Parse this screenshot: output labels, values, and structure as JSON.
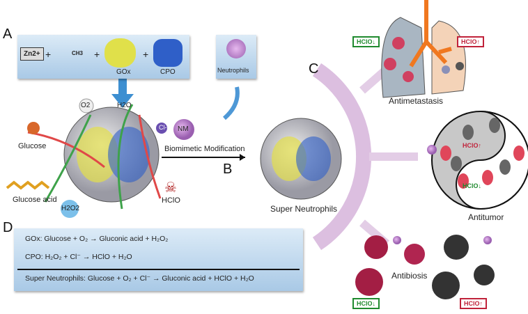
{
  "panels": {
    "a": "A",
    "b": "B",
    "c": "C",
    "d": "D"
  },
  "synthesis": {
    "zinc": "Zn2+",
    "plus": "+",
    "ligand": "CH3",
    "gox": "GOx",
    "cpo": "CPO",
    "neutrophils": "Neutrophils"
  },
  "species": {
    "glucose": "Glucose",
    "glucose_acid": "Glucose acid",
    "o2": "O2",
    "h2o": "H2O",
    "cl": "Cl-",
    "hclo": "HClO",
    "h2o2": "H2O2"
  },
  "modification": {
    "nm": "NM",
    "label": "Biomimetic Modification"
  },
  "product": "Super Neutrophils",
  "outcomes": {
    "antimetastasis": "Antimetastasis",
    "antitumor": "Antitumor",
    "antibiosis": "Antibiosis",
    "hclo_low": "HClO↓",
    "hclo_high": "HClO↑"
  },
  "equations": [
    "GOx: Glucose + O₂ → Gluconic acid + H₂O₂",
    "CPO: H₂O₂ + Cl⁻ → HClO + H₂O",
    "Super Neutrophils: Glucose + O₂ + Cl⁻ → Gluconic acid + HClO + H₂O"
  ],
  "colors": {
    "box_blue": "#a9c9e6",
    "arrow_purple": "#d9b6dc",
    "green": "#1f8a2e",
    "red": "#c0223a",
    "tumor_red": "#e0465a"
  }
}
